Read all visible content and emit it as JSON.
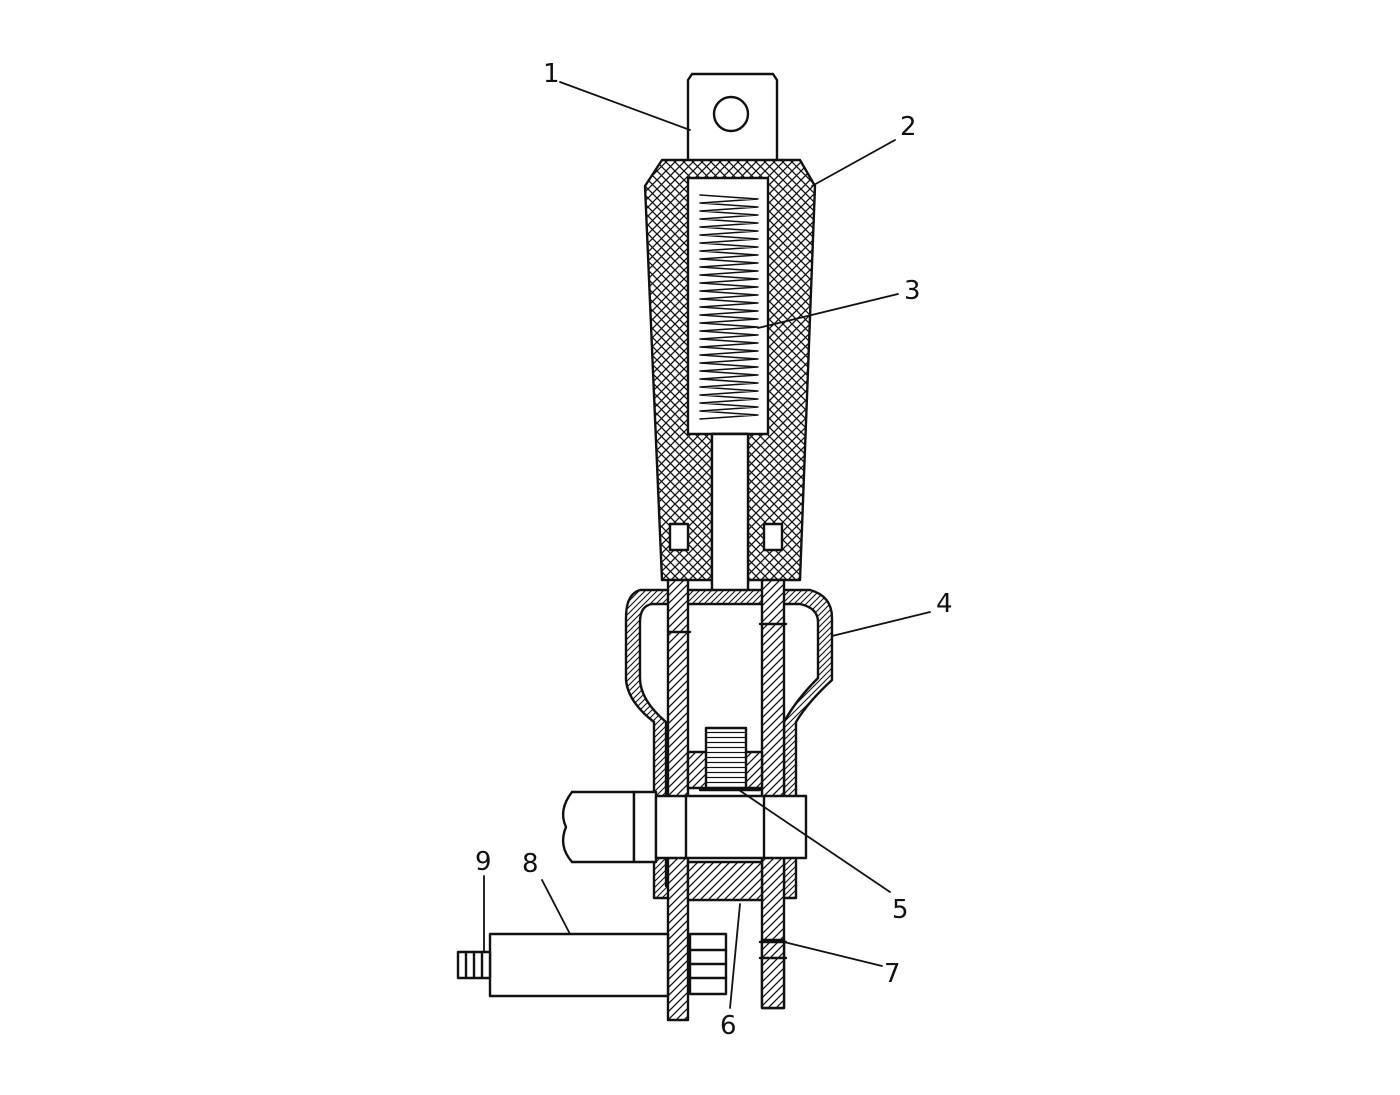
{
  "diagram": {
    "callouts": [
      {
        "id": "1",
        "label": "1"
      },
      {
        "id": "2",
        "label": "2"
      },
      {
        "id": "3",
        "label": "3"
      },
      {
        "id": "4",
        "label": "4"
      },
      {
        "id": "5",
        "label": "5"
      },
      {
        "id": "6",
        "label": "6"
      },
      {
        "id": "7",
        "label": "7"
      },
      {
        "id": "8",
        "label": "8"
      },
      {
        "id": "9",
        "label": "9"
      }
    ]
  },
  "colors": {
    "line": "#111111",
    "background": "#ffffff"
  }
}
